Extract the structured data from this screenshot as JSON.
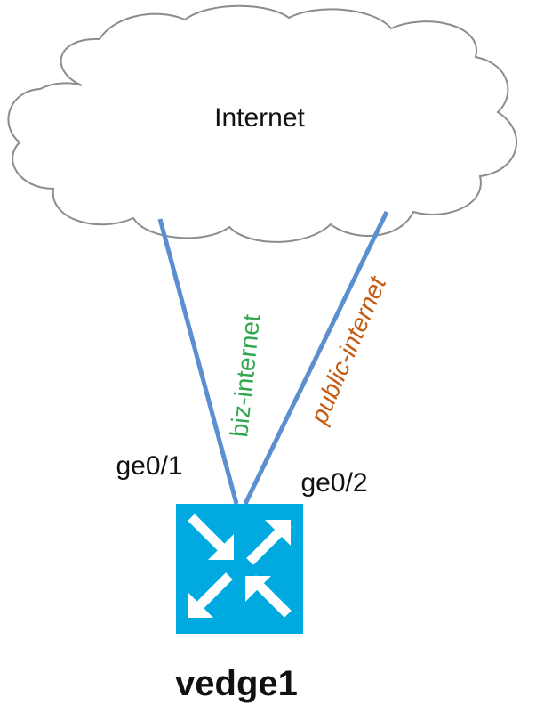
{
  "cloud": {
    "label": "Internet",
    "fill": "#ffffff",
    "stroke": "#8c8c8c"
  },
  "links": [
    {
      "name": "biz-internet",
      "label": "biz-internet",
      "label_color": "#2fa84f",
      "interface": "ge0/1",
      "line_color": "#5b8fcf"
    },
    {
      "name": "public-internet",
      "label": "public-internet",
      "label_color": "#c55a11",
      "interface": "ge0/2",
      "line_color": "#5b8fcf"
    }
  ],
  "device": {
    "name": "vedge1",
    "icon": "router-arrows-icon",
    "color": "#00a9e0",
    "arrow_color": "#ffffff"
  },
  "text_color": "#111111"
}
